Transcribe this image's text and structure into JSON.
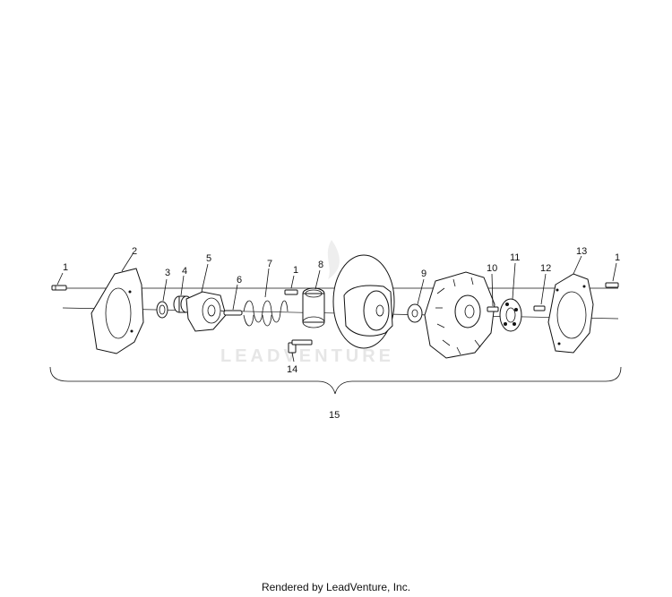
{
  "watermark": "LEADVENTURE",
  "footer": "Rendered by LeadVenture, Inc.",
  "callouts": {
    "c1a": "1",
    "c2": "2",
    "c3": "3",
    "c4": "4",
    "c5": "5",
    "c6": "6",
    "c7": "7",
    "c1b": "1",
    "c8": "8",
    "c9": "9",
    "c10": "10",
    "c11": "11",
    "c12": "12",
    "c13": "13",
    "c1c": "1",
    "c14": "14",
    "c15": "15"
  }
}
